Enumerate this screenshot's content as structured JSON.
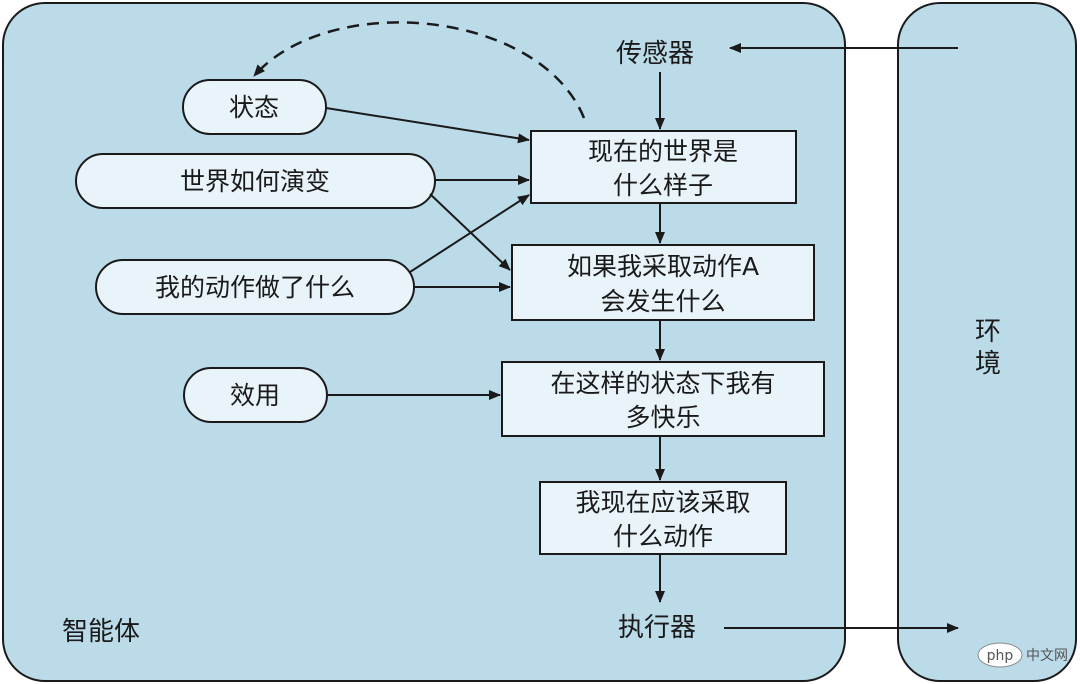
{
  "diagram": {
    "agent_label": "智能体",
    "environment_label": [
      "环",
      "境"
    ],
    "sensor_label": "传感器",
    "actuator_label": "执行器",
    "pills": {
      "state": "状态",
      "world_evolves": "世界如何演变",
      "my_actions": "我的动作做了什么",
      "utility": "效用"
    },
    "boxes": {
      "world_now": [
        "现在的世界是",
        "什么样子"
      ],
      "if_action": [
        "如果我采取动作A",
        "会发生什么"
      ],
      "how_happy": [
        "在这样的状态下我有",
        "多快乐"
      ],
      "what_action": [
        "我现在应该采取",
        "什么动作"
      ]
    },
    "colors": {
      "panel": "#bcdbe9",
      "box": "#e9f4fa",
      "line": "#1a1a1a"
    }
  },
  "watermark": {
    "logo": "php",
    "text": "中文网"
  }
}
